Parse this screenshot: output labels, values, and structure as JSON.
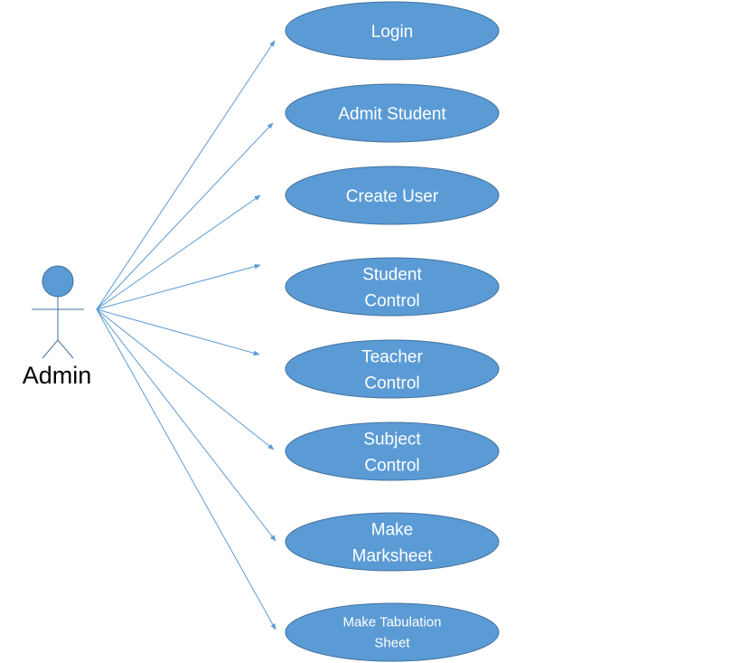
{
  "actor": {
    "label": "Admin",
    "icon": "stick-figure-actor"
  },
  "use_cases": [
    {
      "id": "login",
      "lines": [
        "Login"
      ]
    },
    {
      "id": "admit-student",
      "lines": [
        "Admit Student"
      ]
    },
    {
      "id": "create-user",
      "lines": [
        "Create User"
      ]
    },
    {
      "id": "student-control",
      "lines": [
        "Student",
        "Control"
      ]
    },
    {
      "id": "teacher-control",
      "lines": [
        "Teacher",
        "Control"
      ]
    },
    {
      "id": "subject-control",
      "lines": [
        "Subject",
        "Control"
      ]
    },
    {
      "id": "make-marksheet",
      "lines": [
        "Make",
        "Marksheet"
      ]
    },
    {
      "id": "make-tabulation-sheet",
      "lines": [
        "Make Tabulation",
        "Sheet"
      ]
    }
  ],
  "colors": {
    "ellipse_fill": "#5b9bd5",
    "ellipse_stroke": "#41719c",
    "connector": "#5b9bd5",
    "text": "#ffffff"
  }
}
